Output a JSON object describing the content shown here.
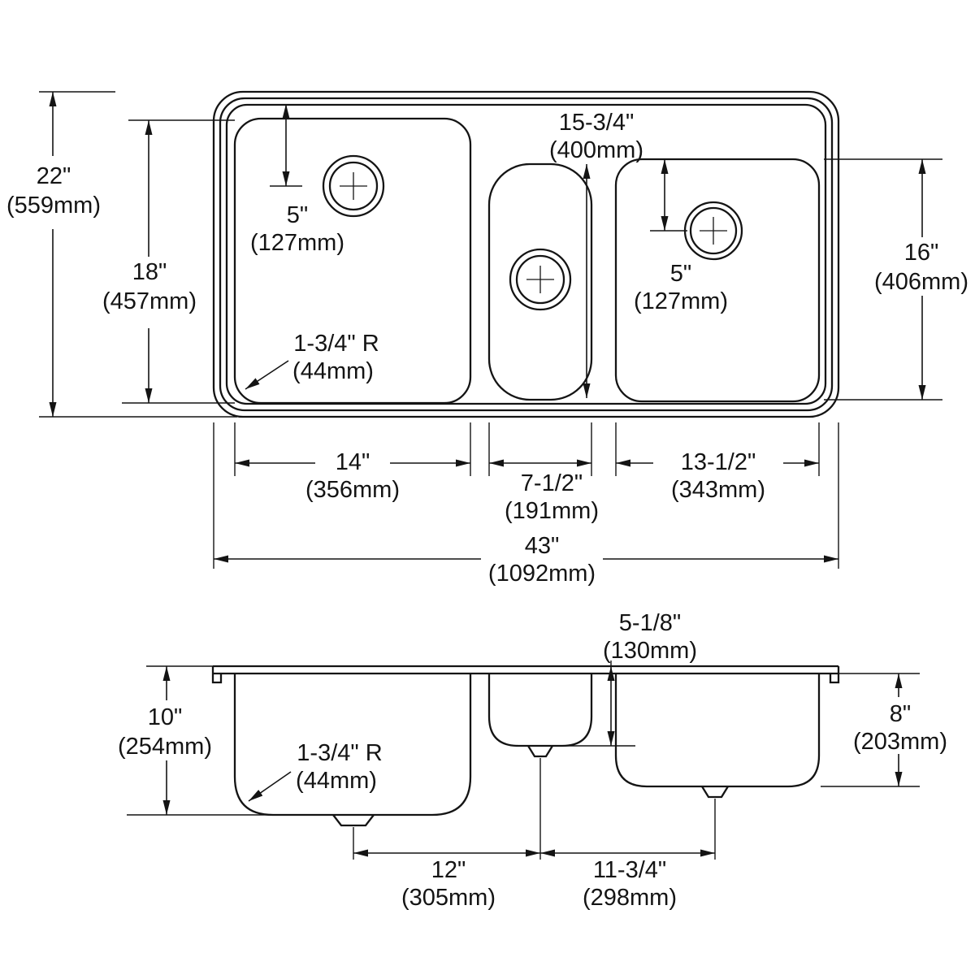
{
  "top_view": {
    "overall_depth": {
      "in": "22\"",
      "mm": "(559mm)"
    },
    "bowl_depth_front_to_back": {
      "in": "18\"",
      "mm": "(457mm)"
    },
    "left_drain_from_rim": {
      "in": "5\"",
      "mm": "(127mm)"
    },
    "center_bowl_length": {
      "in": "15-3/4\"",
      "mm": "(400mm)"
    },
    "right_drain_from_rim": {
      "in": "5\"",
      "mm": "(127mm)"
    },
    "right_bowl_depth_front_to_back": {
      "in": "16\"",
      "mm": "(406mm)"
    },
    "corner_radius": {
      "label": "1-3/4\" R",
      "mm": "(44mm)"
    },
    "left_bowl_width": {
      "in": "14\"",
      "mm": "(356mm)"
    },
    "center_bowl_width": {
      "in": "7-1/2\"",
      "mm": "(191mm)"
    },
    "right_bowl_width": {
      "in": "13-1/2\"",
      "mm": "(343mm)"
    },
    "overall_width": {
      "in": "43\"",
      "mm": "(1092mm)"
    }
  },
  "side_view": {
    "center_bowl_depth": {
      "in": "5-1/8\"",
      "mm": "(130mm)"
    },
    "left_bowl_depth": {
      "in": "10\"",
      "mm": "(254mm)"
    },
    "right_bowl_depth": {
      "in": "8\"",
      "mm": "(203mm)"
    },
    "corner_radius": {
      "label": "1-3/4\" R",
      "mm": "(44mm)"
    },
    "left_drain_to_center_drain": {
      "in": "12\"",
      "mm": "(305mm)"
    },
    "center_drain_to_right_drain": {
      "in": "11-3/4\"",
      "mm": "(298mm)"
    }
  }
}
